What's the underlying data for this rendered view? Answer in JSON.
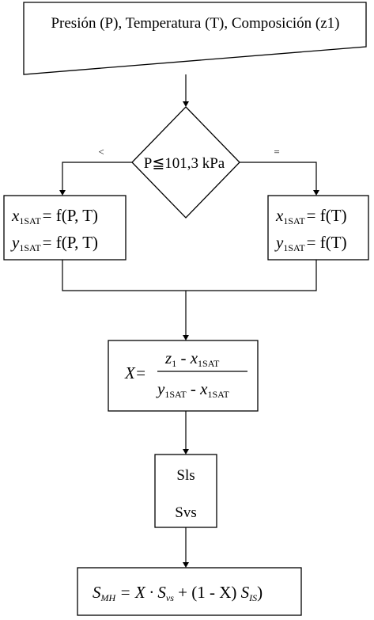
{
  "input": {
    "text": "Presión (P), Temperatura (T), Composición (z1)"
  },
  "decision": {
    "text": "P≦101,3 kPa",
    "left_label": "<",
    "right_label": "="
  },
  "left_box": {
    "line1": {
      "var": "x",
      "sub": "1SAT",
      "rhs": "= f(P, T)"
    },
    "line2": {
      "var": "y",
      "sub": "1SAT",
      "rhs": "= f(P, T)"
    }
  },
  "right_box": {
    "line1": {
      "var": "x",
      "sub": "1SAT",
      "rhs": "= f(T)"
    },
    "line2": {
      "var": "y",
      "sub": "1SAT",
      "rhs": "= f(T)"
    }
  },
  "fraction_box": {
    "lhs": "X=",
    "num": {
      "a": "z",
      "a_sub": "1",
      "op": " - ",
      "b": "x",
      "b_sub": "1SAT"
    },
    "den": {
      "a": "y",
      "a_sub": "1SAT",
      "op": " - ",
      "b": "x",
      "b_sub": "1SAT"
    }
  },
  "s_box": {
    "line1": "Sls",
    "line2": "Svs"
  },
  "final_box": {
    "s": "S",
    "s_sub": "MH",
    "eq": " = X · ",
    "s2": "S",
    "s2_sub": "vs",
    "mid": " + (1 - X) ",
    "s3": "S",
    "s3_sub": "IS",
    "tail": ")"
  }
}
